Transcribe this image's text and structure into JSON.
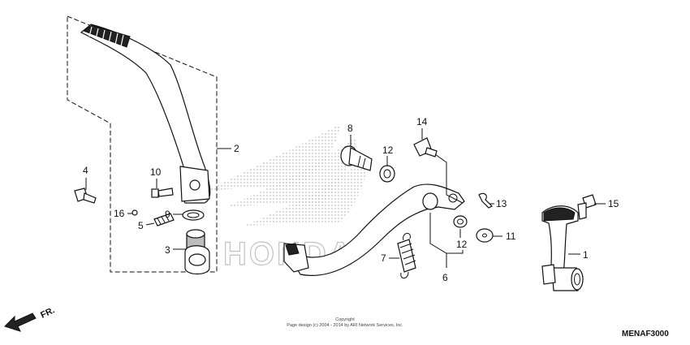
{
  "callouts": [
    {
      "id": "c1",
      "text": "1"
    },
    {
      "id": "c2",
      "text": "2"
    },
    {
      "id": "c3",
      "text": "3"
    },
    {
      "id": "c4",
      "text": "4"
    },
    {
      "id": "c5",
      "text": "5"
    },
    {
      "id": "c6",
      "text": "6"
    },
    {
      "id": "c7",
      "text": "7"
    },
    {
      "id": "c8",
      "text": "8"
    },
    {
      "id": "c9",
      "text": "9"
    },
    {
      "id": "c10",
      "text": "10"
    },
    {
      "id": "c11",
      "text": "11"
    },
    {
      "id": "c12a",
      "text": "12"
    },
    {
      "id": "c12b",
      "text": "12"
    },
    {
      "id": "c13",
      "text": "13"
    },
    {
      "id": "c14",
      "text": "14"
    },
    {
      "id": "c15",
      "text": "15"
    },
    {
      "id": "c16",
      "text": "16"
    }
  ],
  "direction_label": "FR.",
  "copyright": {
    "line1": "Copyright",
    "line2": "Page design (c) 2004 - 2014 by ARI Network Services, Inc."
  },
  "diagram_code": "MENAF3000",
  "watermark_text": "HONDA"
}
